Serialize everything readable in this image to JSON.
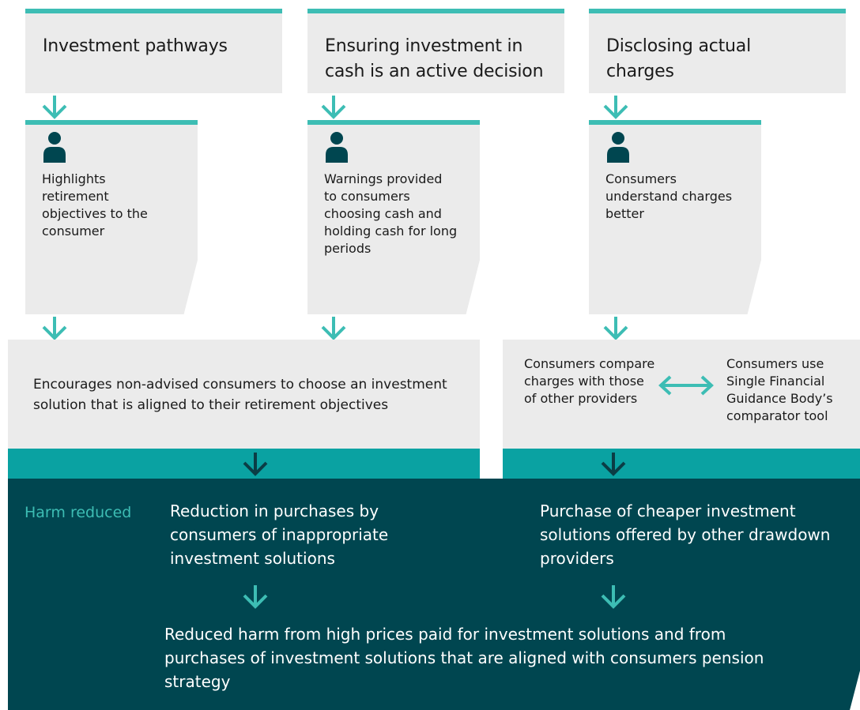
{
  "top_boxes": [
    {
      "title": "Investment pathways"
    },
    {
      "title": "Ensuring investment in cash is an active decision"
    },
    {
      "title": "Disclosing actual charges"
    }
  ],
  "cards": [
    {
      "text": "Highlights retirement objectives to the consumer"
    },
    {
      "text": "Warnings provided to consumers choosing cash and holding cash for long periods"
    },
    {
      "text": "Consumers understand charges better"
    }
  ],
  "left_outcome": "Encourages non-advised consumers to choose an investment solution that is aligned to their retirement objectives",
  "right_outcome": {
    "left": "Consumers compare charges with those of other providers",
    "right": "Consumers use Single Financial Guidance Body’s comparator tool"
  },
  "harm": {
    "label": "Harm reduced",
    "left": "Reduction in purchases by consumers of inappropriate investment solutions",
    "right": "Purchase of cheaper investment solutions offered by other drawdown providers",
    "final": "Reduced harm from high prices paid for investment solutions and from purchases of investment solutions that are aligned with consumers pension strategy"
  },
  "colors": {
    "teal_accent": "#3dbdb4",
    "teal_strip": "#0aa2a2",
    "dark_band": "#004650",
    "box_grey": "#ebebeb",
    "person": "#004650"
  },
  "icons": {
    "person": "person-icon",
    "arrow": "arrow-down-icon",
    "bidirectional": "double-arrow-icon"
  }
}
